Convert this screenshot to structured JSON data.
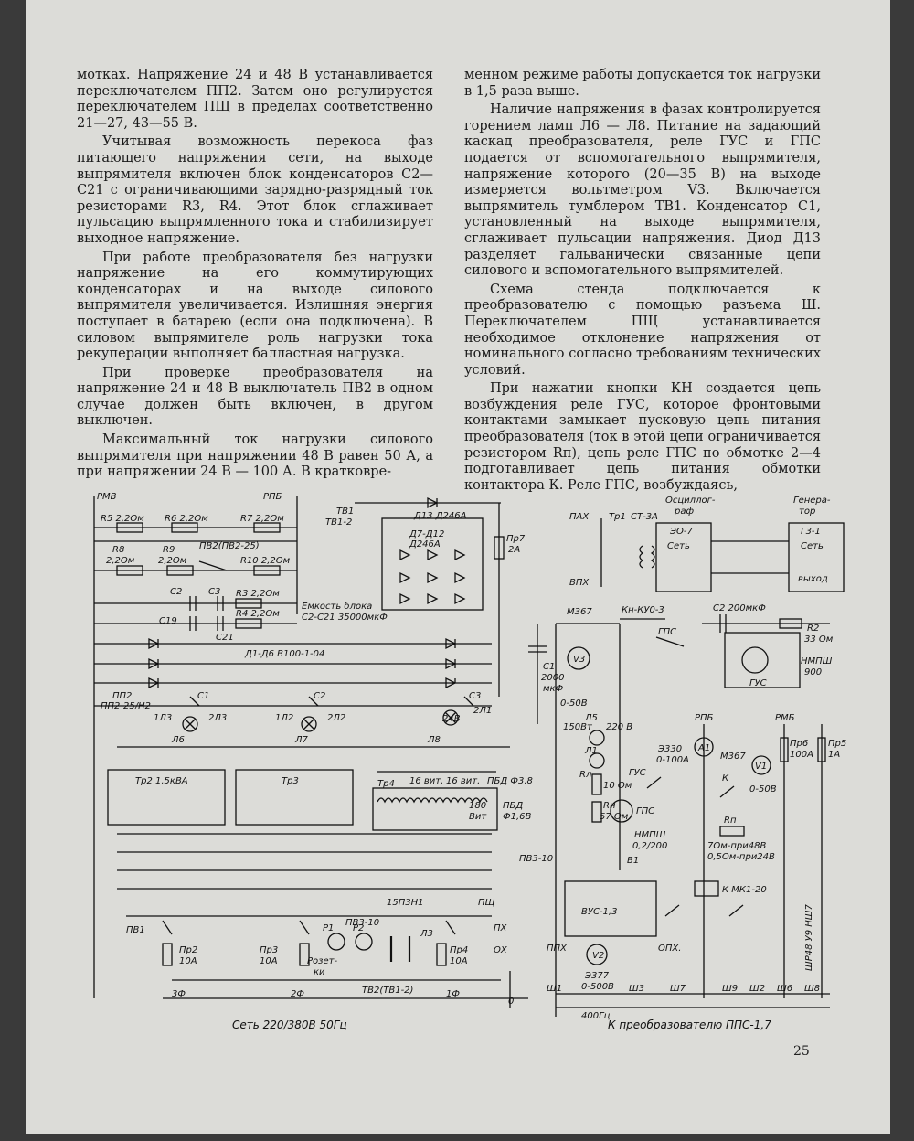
{
  "left_column": [
    {
      "text": "мотках. Напряжение 24 и 48 В устанавливается переключателем ПП2. Затем оно регулируется переключателем ПЩ в пределах соответственно 21—27, 43—55 В.",
      "cont": true
    },
    {
      "text": "Учитывая возможность перекоса фаз питающего напряжения сети, на выходе выпрямителя включен блок конденсаторов С2—С21 с ограничивающими зарядно-разрядный ток резисторами R3, R4. Этот блок сглаживает пульсацию выпрямленного тока и стабилизирует выходное напряжение."
    },
    {
      "text": "При работе преобразователя без нагрузки напряжение на его коммутирующих конденсаторах и на выходе силового выпрямителя увеличивается. Излишняя энергия поступает в батарею (если она подключена). В силовом выпрямителе роль нагрузки тока рекуперации выполняет балластная нагрузка."
    },
    {
      "text": "При проверке преобразователя на напряжение 24 и 48 В выключатель ПВ2 в одном случае должен быть включен, в другом выключен."
    },
    {
      "text": "Максимальный ток нагрузки силового выпрямителя при напряжении 48 В равен 50 А, а при напряжении 24 В — 100 А. В кратковре-"
    }
  ],
  "right_column": [
    {
      "text": "менном режиме работы допускается ток нагрузки в 1,5 раза выше.",
      "cont": true
    },
    {
      "text": "Наличие напряжения в фазах контролируется горением ламп Л6 — Л8. Питание на задающий каскад преобразователя, реле ГУС и ГПС подается от вспомогательного выпрямителя, напряжение которого (20—35 В) на выходе измеряется вольтметром V3. Включается выпрямитель тумблером ТВ1. Конденсатор С1, установленный на выходе выпрямителя, сглаживает пульсации напряжения. Диод Д13 разделяет гальванически связанные цепи силового и вспомогательного выпрямителей."
    },
    {
      "text": "Схема стенда подключается к преобразователю с помощью разъема Ш. Переключателем ПЩ устанавливается необходимое отклонение напряжения от номинального согласно требованиям технических условий."
    },
    {
      "text": "При нажатии кнопки КН создается цепь возбуждения реле ГУС, которое фронтовыми контактами замыкает пусковую цепь питания преобразователя (ток в этой цепи ограничивается резистором Rп), цепь реле ГПС по обмотке 2—4 подготавливает цепь питания обмотки контактора К. Реле ГПС, возбуждаясь,"
    }
  ],
  "schematic": {
    "labels": {
      "rmv": "РМВ",
      "rpb": "РПБ",
      "tv1": "ТВ1",
      "tv1_2": "ТВ1-2",
      "d13": "Д13 Д246А",
      "d7": "Д7-Д12",
      "d246a": "Д246А",
      "pr7": "Пр7",
      "pr7_a": "2А",
      "r5": "R5 2,2Ом",
      "r6": "R6 2,2Ом",
      "r7": "R7 2,2Ом",
      "r8": "R8",
      "r8v": "2,2Ом",
      "r9": "R9",
      "r9v": "2,2Ом",
      "pv2": "ПВ2(ПВ2-25)",
      "r10": "R10 2,2Ом",
      "c2": "С2",
      "c3": "С3",
      "r3": "R3 2,2Ом",
      "r4": "R4 2,2Ом",
      "c19": "С19",
      "c21": "С21",
      "cap_block1": "Емкость блока",
      "cap_block2": "С2-С21 35000мкФ",
      "d1d6": "Д1-Д6 В100-1-04",
      "c1": "С1",
      "c1v1": "2000",
      "c1v2": "мкФ",
      "m367": "М367",
      "v3": "V3",
      "kn": "Кн-КУ0-3",
      "gps": "ГПС",
      "pp2": "ПП2",
      "pp2b": "ПП2-25/Н2",
      "s1": "С1",
      "s2": "С2",
      "s3": "С3",
      "l3": "1Л3",
      "l3b": "2Л3",
      "l2": "1Л2",
      "l2b": "2Л2",
      "l1": "2Л1",
      "v24": "24В",
      "l6": "Л6",
      "l7": "Л7",
      "l8": "Л8",
      "tr2": "Тр2  1,5кВА",
      "tr3": "Тр3",
      "tr4": "Тр4",
      "vit16a": "16 вит.",
      "vit16b": "16 вит.",
      "pbd38": "ПБД Ф3,8",
      "vit180": "180",
      "vit180b": "Вит",
      "pbd16": "ПБД",
      "pbd16b": "Ф1,6В",
      "pn": "15П3Н1",
      "pv3": "ПВ3-10",
      "pshch": "ПЩ",
      "pv1": "ПВ1",
      "pr2": "Пр2",
      "pr2a": "10А",
      "pr3": "Пр3",
      "pr3a": "10А",
      "pr4": "Пр4",
      "pr4a": "10А",
      "rozetki": "Розет-",
      "rozetki2": "ки",
      "r1": "Р1",
      "r2": "Р2",
      "l3s": "Л3",
      "px": "ПХ",
      "ox": "ОХ",
      "f3": "3Ф",
      "f2": "2Ф",
      "f1": "1Ф",
      "zero": "0",
      "tv2": "ТВ2(ТВ1-2)",
      "pah": "ПАХ",
      "tr1": "Тр1",
      "st3a": "СТ-3А",
      "vpx": "ВПХ",
      "osc": "Осциллог-",
      "osc2": "раф",
      "eo7": "ЭО-7",
      "set1": "Сеть",
      "gen": "Генера-",
      "gen2": "тор",
      "g31": "Г3-1",
      "set2": "Сеть",
      "vyhod": "выход",
      "c2b": "С2 200мкФ",
      "r2b": "R2",
      "r2bv": "33 Ом",
      "nmp": "НМПШ",
      "nmp2": "900",
      "gus": "ГУС",
      "v050": "0-50В",
      "l5": "Л5",
      "w150": "150Вт",
      "v220": "220 В",
      "l1b": "Л1",
      "rl": "Rл",
      "rl2": "10 Ом",
      "rn": "Rн",
      "rn2": "57 Ом",
      "e330": "Э330",
      "e330b": "0-100А",
      "a1": "А1",
      "rpb2": "РПБ",
      "rmb": "РМБ",
      "pr6": "Пр6",
      "pr6a": "100А",
      "pr5": "Пр5",
      "pr5a": "1А",
      "m367b": "М367",
      "v1": "V1",
      "v1b": "0-50В",
      "k": "К",
      "gus2": "ГУС",
      "gps2": "ГПС",
      "rp": "Rп",
      "om70": "7Ом-при48В",
      "om05": "0,5Ом-при24В",
      "nmp3": "НМПШ",
      "nmp4": "0,2/200",
      "vus": "ВУС-1,3",
      "kmk": "К МК1-20",
      "pv3b": "ПВ3-10",
      "v1c": "В1",
      "v2": "V2",
      "e377": "Э377",
      "e377b": "0-500В",
      "hz": "400Гц",
      "sh1": "Ш1",
      "sh3": "Ш3",
      "sh7": "Ш7",
      "sh9": "Ш9",
      "sh2": "Ш2",
      "sh6": "Ш6",
      "sh8": "Ш8",
      "phx": "ППХ",
      "opx": "ОПХ.",
      "shr": "ШР48 У9 НШ7"
    },
    "caption_left": "Сеть 220/380В 50Гц",
    "caption_right": "К преобразователю ППС-1,7"
  },
  "page_number": "25"
}
